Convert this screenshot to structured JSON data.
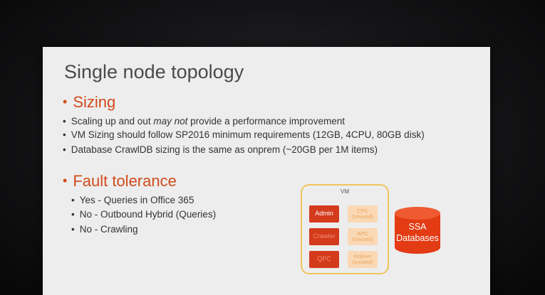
{
  "slide": {
    "title": "Single node topology",
    "sections": [
      {
        "heading": "Sizing",
        "bullets": [
          {
            "pre": "Scaling up and out ",
            "em": "may not",
            "post": " provide a performance improvement"
          },
          {
            "text": "VM Sizing should follow SP2016 minimum requirements (12GB, 4CPU, 80GB disk)"
          },
          {
            "text": "Database CrawlDB sizing is the same as onprem (~20GB per 1M items)"
          }
        ]
      },
      {
        "heading": "Fault tolerance",
        "bullets": [
          {
            "text": "Yes - Queries in Office 365"
          },
          {
            "text": "No - Outbound Hybrid (Queries)"
          },
          {
            "text": "No - Crawling"
          }
        ]
      }
    ],
    "diagram": {
      "vm_label": "VM",
      "left_components": [
        "Admin",
        "Crawler",
        "QPC"
      ],
      "right_components": [
        {
          "name": "CPC",
          "note": "(unused)"
        },
        {
          "name": "APC",
          "note": "(unused)"
        },
        {
          "name": "Indexer",
          "note": "(unused)"
        }
      ],
      "database": {
        "line1": "SSA",
        "line2": "Databases"
      }
    },
    "colors": {
      "accent": "#d24a1c",
      "component_active": "#d43a1c",
      "component_unused": "#fbd8b4",
      "vm_border": "#f0c35e",
      "database": "#e33b14"
    }
  }
}
